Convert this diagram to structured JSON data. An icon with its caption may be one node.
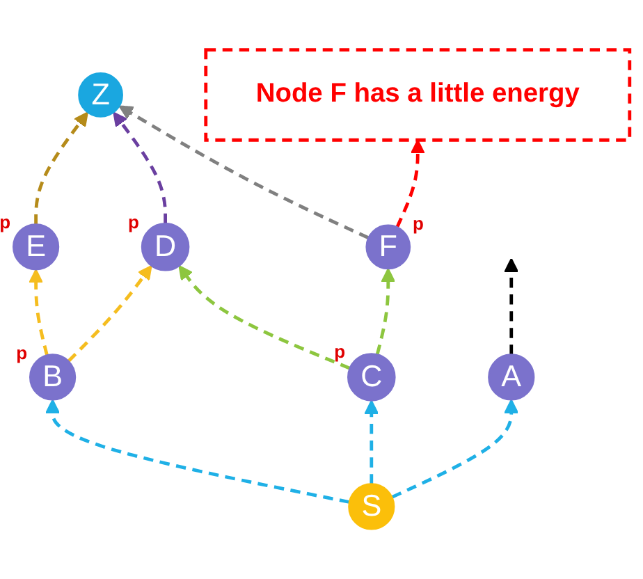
{
  "diagram": {
    "nodes": [
      {
        "text": [
          "E"
        ],
        "beside": [
          "p"
        ]
      },
      {
        "text": [
          "B"
        ],
        "beside": [
          "p"
        ]
      },
      {
        "text": [
          "Z"
        ]
      },
      {
        "text": [
          "D"
        ],
        "beside": [
          "p"
        ]
      },
      {
        "text": [
          "A"
        ]
      },
      {
        "text": [
          "F"
        ],
        "beside": [
          "p"
        ]
      },
      {
        "text": [
          "S"
        ]
      },
      {
        "text": [
          "C"
        ],
        "beside": [
          "p"
        ]
      },
      {
        "text": [
          "Node F has a little energy"
        ]
      }
    ],
    "edges": [
      {
        "from": 6,
        "to": 4,
        "arrow": "to",
        "style": "dashed",
        "color": "#1fb0e6"
      },
      {
        "from": 6,
        "to": 1,
        "arrow": "to",
        "style": "dashed",
        "color": "#1fb0e6"
      },
      {
        "from": 6,
        "to": 7,
        "arrow": "to",
        "style": "dashed",
        "color": "#1fb0e6"
      },
      {
        "from": 1,
        "to": 0,
        "arrow": "to",
        "style": "dashed",
        "color": "#f5bd1f"
      },
      {
        "from": 1,
        "to": 3,
        "arrow": "to",
        "style": "dashed",
        "color": "#f5bd1f"
      },
      {
        "from": 0,
        "to": 2,
        "arrow": "to",
        "style": "dashed",
        "color": "#b58b1a"
      },
      {
        "from": 3,
        "to": 2,
        "arrow": "to",
        "style": "dashed",
        "color": "#6a3fa0"
      },
      {
        "from": 7,
        "to": 3,
        "arrow": "to",
        "style": "dashed",
        "color": "#8dc63f"
      },
      {
        "from": 7,
        "to": 5,
        "arrow": "to",
        "style": "dashed",
        "color": "#8dc63f"
      },
      {
        "from": 5,
        "to": 2,
        "arrow": "to",
        "style": "dashed",
        "color": "#808080"
      },
      {
        "from": 4,
        "to": null,
        "arrow": "to",
        "style": "dashed",
        "color": "#000000"
      },
      {
        "from": 5,
        "to": 8,
        "arrow": "to",
        "style": "dashed",
        "color": "#ff0000"
      }
    ]
  }
}
